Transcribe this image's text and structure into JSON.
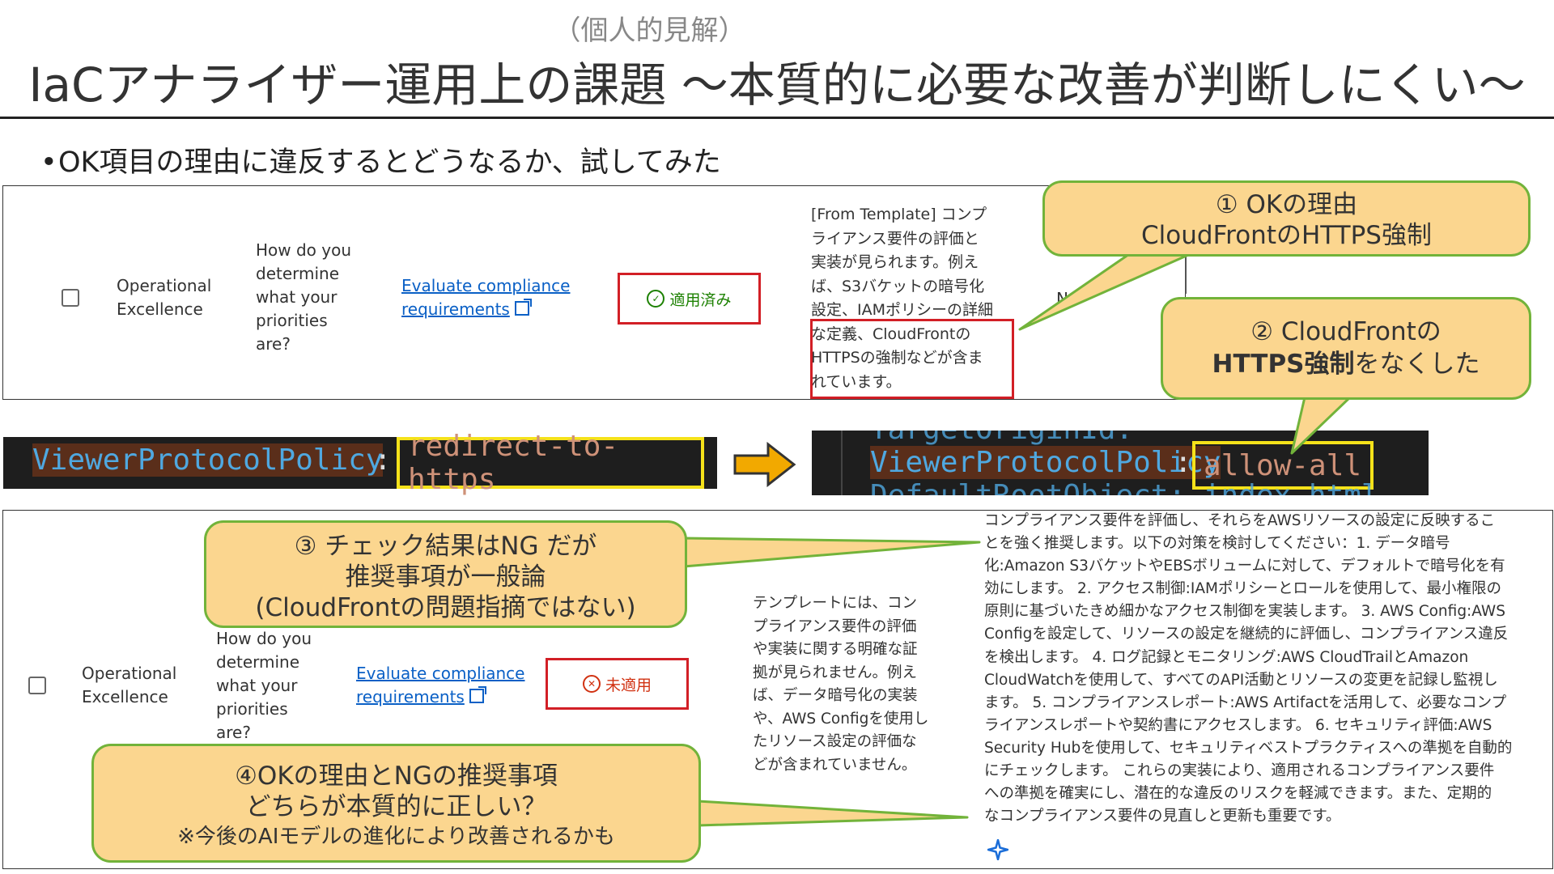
{
  "header": {
    "subtitle": "（個人的見解）",
    "title": "IaCアナライザー運用上の課題 ～本質的に必要な改善が判断しにくい～"
  },
  "bullet": "OK項目の理由に違反するとどうなるか、試してみた",
  "top_row": {
    "pillar": [
      "Operational",
      "Excellence"
    ],
    "question": [
      "How do you",
      "determine",
      "what your",
      "priorities",
      "are?"
    ],
    "link": [
      "Evaluate compliance",
      "requirements"
    ],
    "status": "適用済み",
    "reason": [
      "[From Template] コンプ",
      "ライアンス要件の評価と",
      "実装が見られます。例え",
      "ば、S3バケットの暗号化",
      "設定、IAMポリシーの詳細",
      "な定義、CloudFrontの",
      "HTTPSの強制などが含ま",
      "れています。"
    ],
    "truncated": "N"
  },
  "code_before": {
    "key": "ViewerProtocolPolicy",
    "colon": ":",
    "value": "redirect-to-https"
  },
  "code_after": {
    "above": "TargetOriginId: GenerativeAIUseCases",
    "key": "ViewerProtocolPolicy",
    "colon": ":",
    "value": "allow-all",
    "below": "DefaultRootObject: index.html"
  },
  "bottom_row": {
    "pillar": [
      "Operational",
      "Excellence"
    ],
    "question": [
      "How do you",
      "determine",
      "what your",
      "priorities",
      "are?"
    ],
    "link": [
      "Evaluate compliance",
      "requirements"
    ],
    "status": "未適用",
    "reason": [
      "テンプレートには、コン",
      "プライアンス要件の評価",
      "や実装に関する明確な証",
      "拠が見られません。例え",
      "ば、データ暗号化の実装",
      "や、AWS Configを使用し",
      "たリソース設定の評価な",
      "どが含まれていません。"
    ],
    "recommendation": [
      "コンプライアンス要件を評価し、それらをAWSリソースの設定に反映するこ",
      "とを強く推奨します。以下の対策を検討してください：1. データ暗号",
      "化:Amazon S3バケットやEBSボリュームに対して、デフォルトで暗号化を有",
      "効にします。 2. アクセス制御:IAMポリシーとロールを使用して、最小権限の",
      "原則に基づいたきめ細かなアクセス制御を実装します。 3. AWS Config:AWS",
      "Configを設定して、リソースの設定を継続的に評価し、コンプライアンス違反",
      "を検出します。 4. ログ記録とモニタリング:AWS CloudTrailとAmazon",
      "CloudWatchを使用して、すべてのAPI活動とリソースの変更を記録し監視し",
      "ます。 5. コンプライアンスレポート:AWS Artifactを活用して、必要なコンプ",
      "ライアンスレポートや契約書にアクセスします。 6. セキュリティ評価:AWS",
      "Security Hubを使用して、セキュリティベストプラクティスへの準拠を自動的",
      "にチェックします。 これらの実装により、適用されるコンプライアンス要件",
      "への準拠を確実にし、潜在的な違反のリスクを軽減できます。また、定期的",
      "なコンプライアンス要件の見直しと更新も重要です。"
    ]
  },
  "callouts": {
    "c1": [
      "① OKの理由",
      "CloudFrontのHTTPS強制"
    ],
    "c2": [
      "② CloudFrontの",
      "HTTPS強制",
      "をなくした"
    ],
    "c3": [
      "③ チェック結果はNG だが",
      "推奨事項が一般論",
      "(CloudFrontの問題指摘ではない)"
    ],
    "c4": [
      "④OKの理由とNGの推奨事項",
      "どちらが本質的に正しい？",
      "※今後のAIモデルの進化により改善されるかも"
    ]
  },
  "icons": {
    "arrow": "right-arrow-icon",
    "sparkle": "sparkle-icon",
    "external": "external-link-icon"
  },
  "colors": {
    "callout_fill": "#fbd68f",
    "callout_border": "#72b33a",
    "highlight_red": "#d21f26",
    "highlight_yellow": "#f5e21a",
    "arrow": "#f2a900"
  }
}
